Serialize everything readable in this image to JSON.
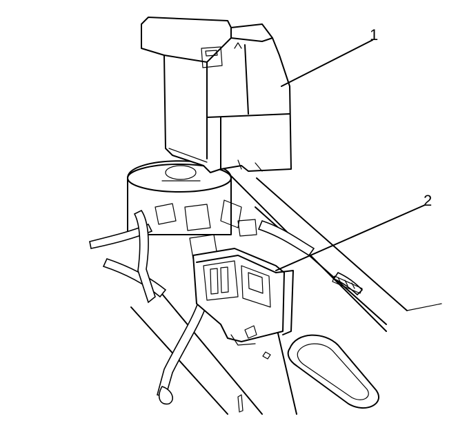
{
  "callouts": [
    {
      "label": "1",
      "part": "cover"
    },
    {
      "label": "2",
      "part": "fuse-block"
    }
  ]
}
